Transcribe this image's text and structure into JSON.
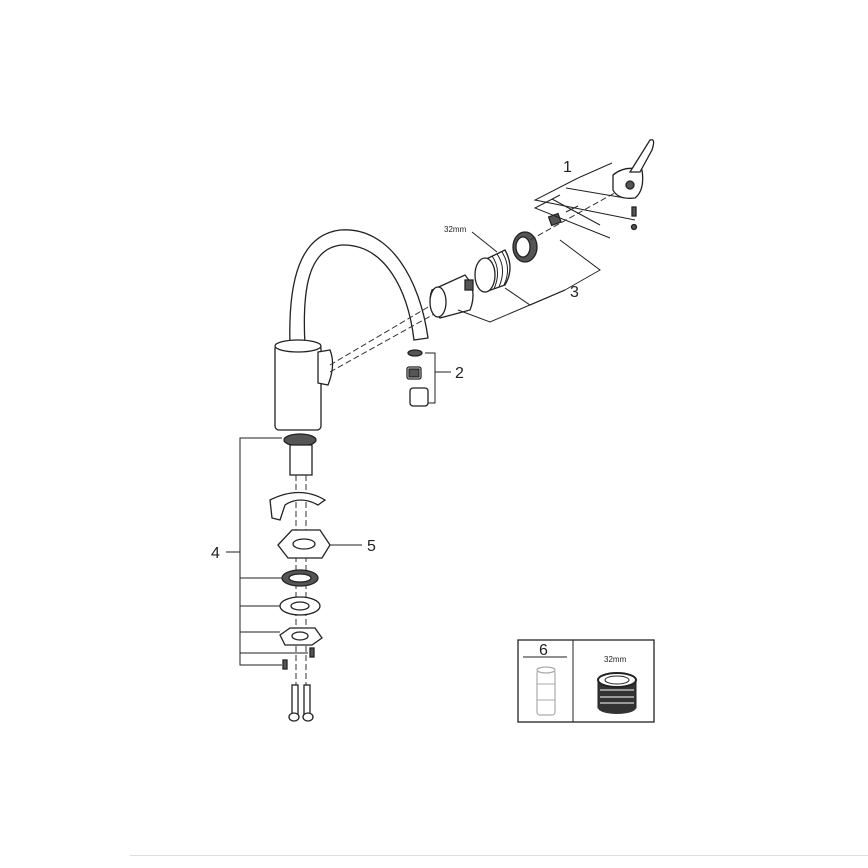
{
  "callouts": {
    "c1": "1",
    "c2": "2",
    "c3": "3",
    "c4": "4",
    "c5": "5",
    "c6": "6"
  },
  "dimensions": {
    "cartridge_nut": "32mm",
    "spare_box_nut": "32mm"
  }
}
